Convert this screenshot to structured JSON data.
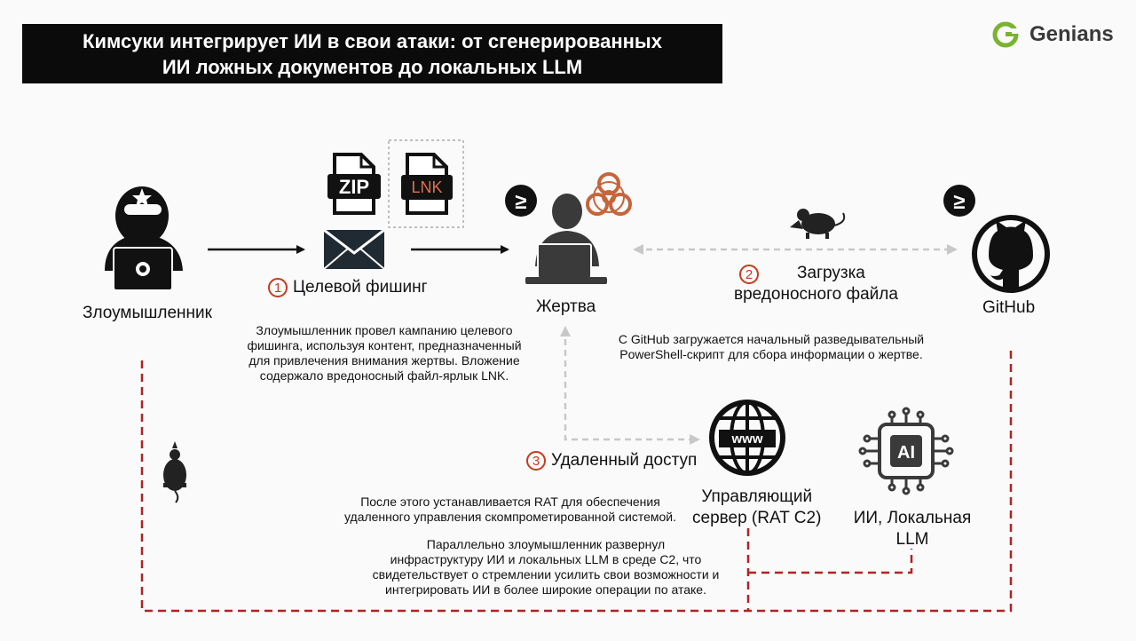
{
  "title": {
    "line1": "Кимсуки интегрирует ИИ в свои атаки: от сгенерированных",
    "line2": "ИИ ложных документов до локальных LLM"
  },
  "logo": {
    "text": "Genians",
    "icon": "genians-g-icon"
  },
  "nodes": {
    "attacker": "Злоумышленник",
    "victim": "Жертва",
    "github": "GitHub",
    "c2": {
      "line1": "Управляющий",
      "line2": "сервер (RAT C2)"
    },
    "ai": {
      "line1": "ИИ, Локальная",
      "line2": "LLM"
    }
  },
  "file_icons": {
    "zip": "ZIP",
    "lnk": "LNK"
  },
  "ai_chip_label": "AI",
  "www_label": "www",
  "terminal_glyph": "≥",
  "steps": [
    {
      "num": "1",
      "label": "Целевой фишинг"
    },
    {
      "num": "2",
      "label_line1": "Загрузка",
      "label_line2": "вредоносного файла"
    },
    {
      "num": "3",
      "label": "Удаленный доступ"
    }
  ],
  "descriptions": {
    "phishing": [
      "Злоумышленник провел кампанию целевого",
      "фишинга, используя контент, предназначенный",
      "для привлечения внимания жертвы. Вложение",
      "содержало вредоносный файл-ярлык LNK."
    ],
    "github": [
      "С GitHub загружается начальный разведывательный",
      "PowerShell-скрипт для сбора информации о жертве."
    ],
    "rat": [
      "После этого устанавливается RAT для обеспечения",
      "удаленного управления скомпрометированной системой."
    ],
    "ai": [
      "Параллельно злоумышленник развернул",
      "инфраструктуру ИИ и локальных LLM в среде C2, что",
      "свидетельствует о стремлении усилить свои возможности и",
      "интегрировать ИИ в более широкие операции по атаке."
    ]
  },
  "colors": {
    "accent_red": "#c63a1e",
    "dashed_red": "#b22222",
    "dark": "#1a1a1a",
    "gray_arrow": "#c8c8c8"
  }
}
